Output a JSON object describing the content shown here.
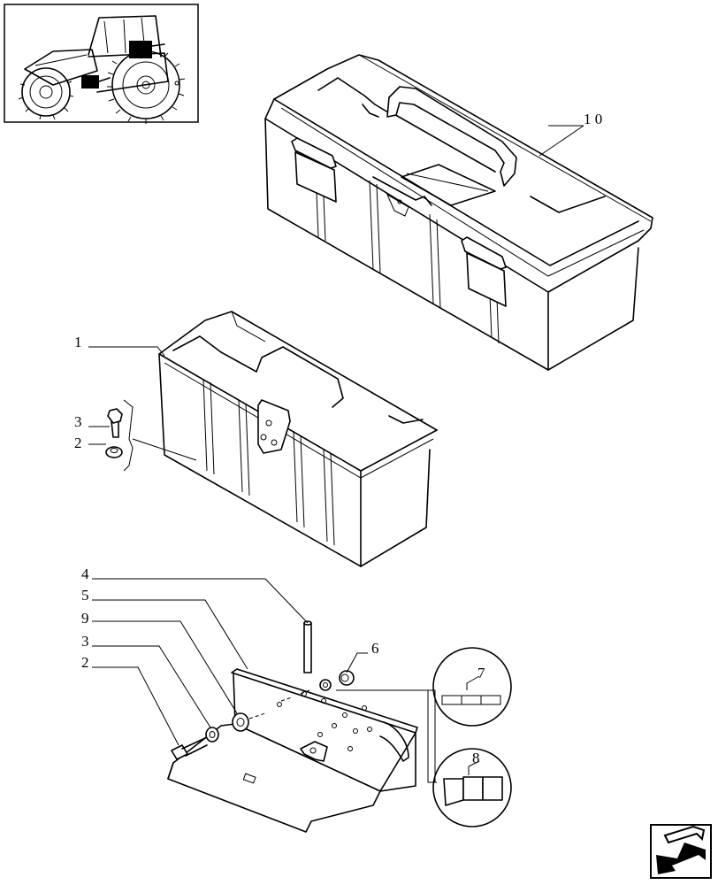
{
  "callouts": {
    "c1": "1",
    "c2a": "2",
    "c3a": "3",
    "c2b": "2",
    "c3b": "3",
    "c4": "4",
    "c5": "5",
    "c6": "6",
    "c7": "7",
    "c8": "8",
    "c9": "9",
    "c10": "1 0"
  },
  "icons": {
    "thumbnail": "tractor-locator-icon",
    "nav": "previous-page-arrow-icon"
  }
}
